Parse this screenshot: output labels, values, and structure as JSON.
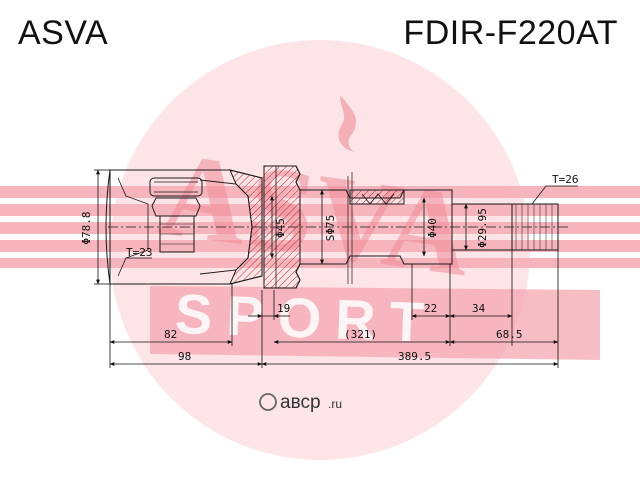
{
  "header": {
    "brand": "ASVA",
    "part_number": "FDIR-F220AT"
  },
  "watermark": {
    "logo_text": "ASVA",
    "sport_text": "SPORT",
    "site_main": "авср",
    "site_tld": ".ru"
  },
  "dimensions": {
    "outer_diameter": "Φ78.8",
    "boot_thickness": "T=23",
    "collar_diameter": "Φ45",
    "shaft_diameter_s": "SΦ75",
    "body_diameter": "Φ40",
    "spline_diameter": "Φ29.95",
    "spline_teeth": "T=26",
    "len_19": "19",
    "len_22": "22",
    "len_34": "34",
    "len_321": "(321)",
    "len_68_5": "68.5",
    "len_82": "82",
    "len_98": "98",
    "len_389_5": "389.5"
  },
  "colors": {
    "watermark_red": "#f6b4bd",
    "watermark_pink": "#fbd6db",
    "drawing_line": "#1a1a1a",
    "hatch": "#b03030"
  }
}
